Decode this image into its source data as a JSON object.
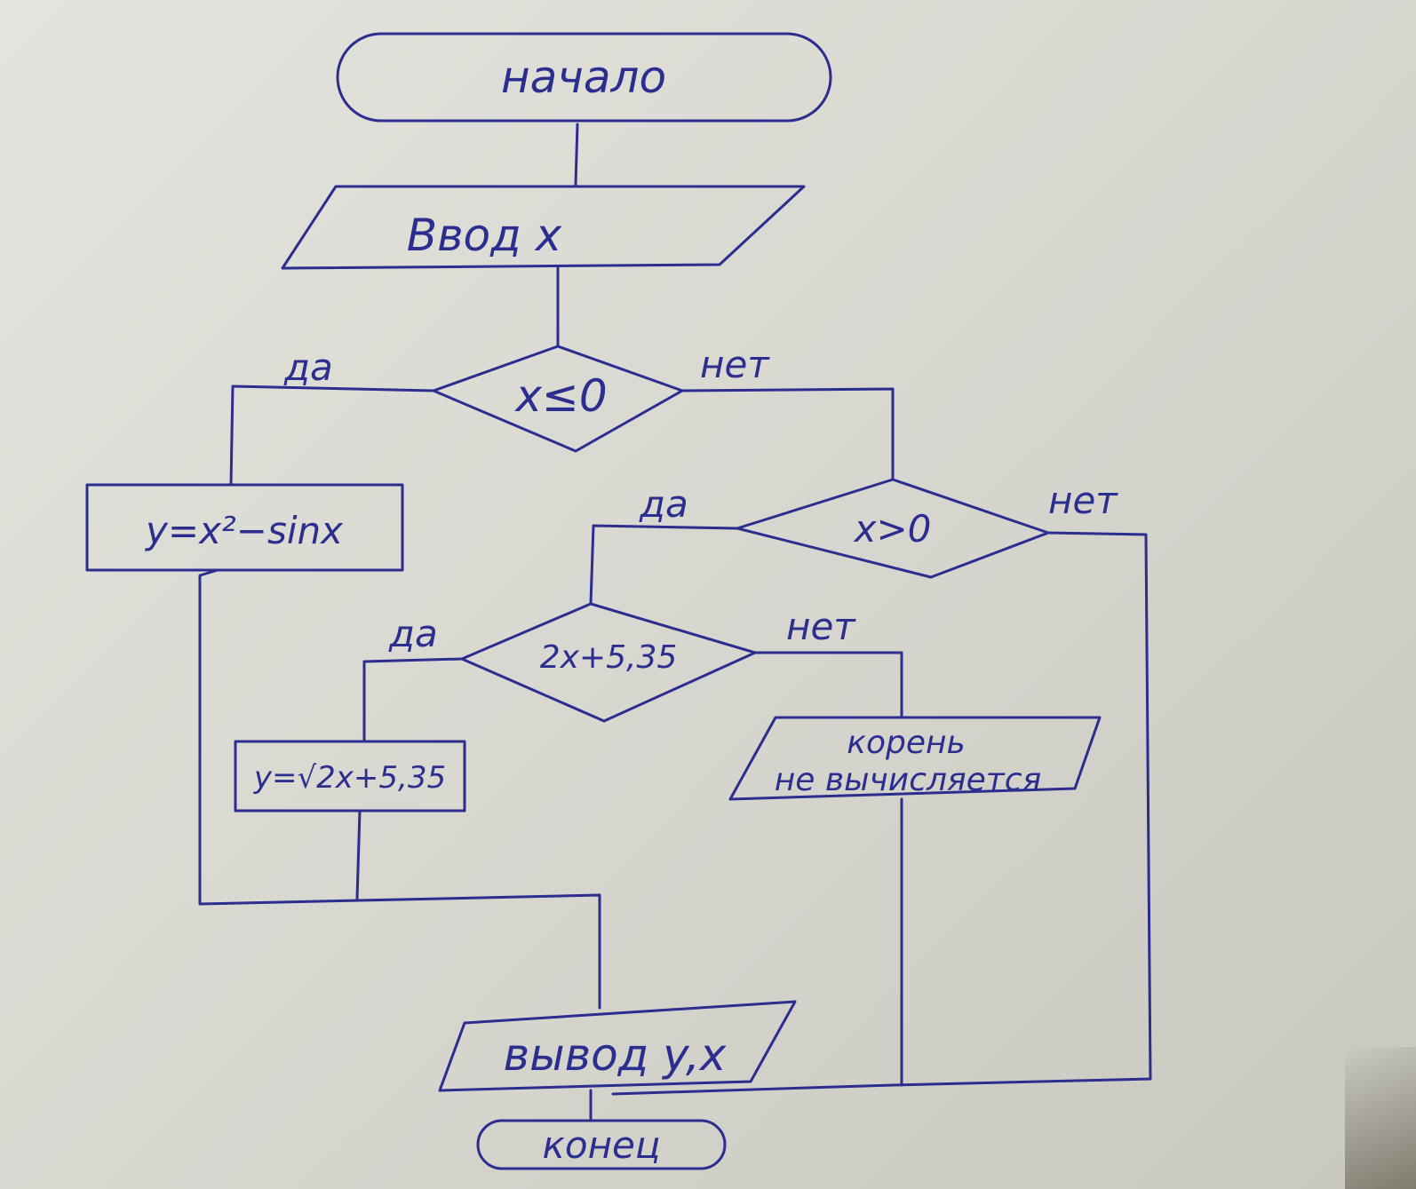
{
  "diagram": {
    "start_label": "начало",
    "input_label": "Ввод x",
    "decision1_label": "x≤0",
    "decision2_label": "x>0",
    "decision3_label": "2x+5,35",
    "process1_label": "y=x²−sinx",
    "process2_label": "y=√2x+5,35",
    "message_line1": "корень",
    "message_line2": "не вычисляется",
    "output_label": "вывод y,x",
    "end_label": "конец",
    "yes_label": "да",
    "no_label": "нет"
  },
  "colors": {
    "ink": "#2b2d8f",
    "paper": "#e4e4de"
  }
}
